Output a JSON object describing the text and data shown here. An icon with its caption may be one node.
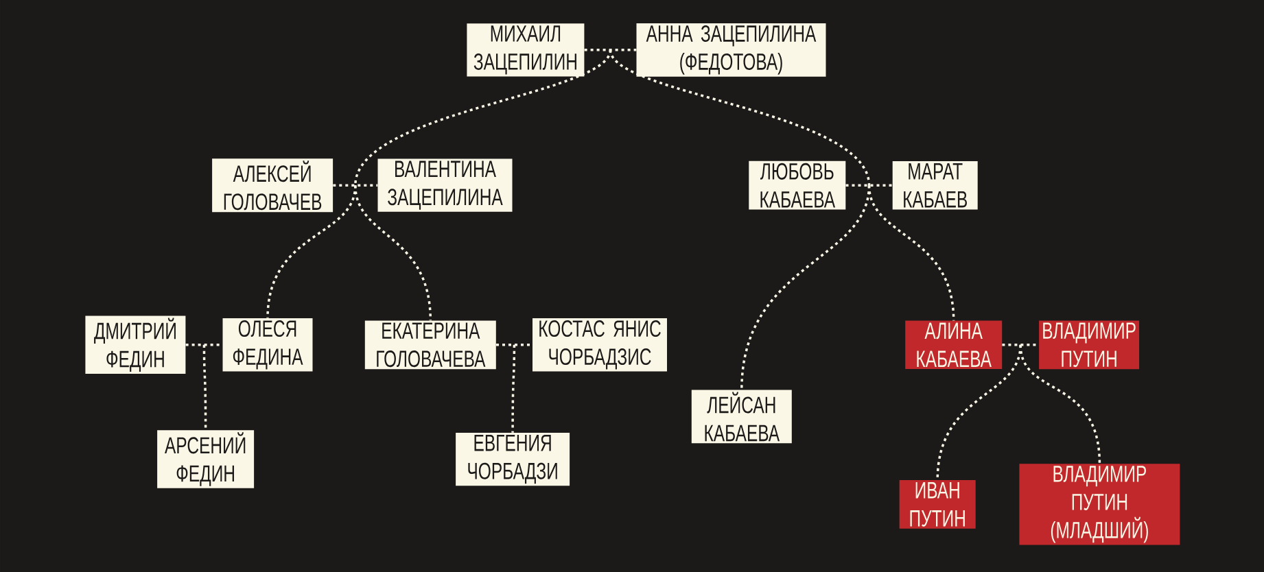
{
  "diagram": {
    "nodes": [
      {
        "text": [
          "МИХАИЛ ЗАЦЕПИЛИН"
        ]
      },
      {
        "text": [
          "АННА ЗАЦЕПИЛИНА (ФЕДОТОВА)"
        ]
      },
      {
        "text": [
          "АЛЕКСЕЙ ГОЛОВАЧЕВ"
        ]
      },
      {
        "text": [
          "ВАЛЕНТИНА ЗАЦЕПИЛИНА"
        ]
      },
      {
        "text": [
          "ЛЮБОВЬ КАБАЕВА"
        ]
      },
      {
        "text": [
          "МАРАТ КАБАЕВ"
        ]
      },
      {
        "text": [
          "ДМИТРИЙ ФЕДИН"
        ]
      },
      {
        "text": [
          "ОЛЕСЯ ФЕДИНА"
        ]
      },
      {
        "text": [
          "ЕКАТЕРИНА ГОЛОВАЧЕВА"
        ]
      },
      {
        "text": [
          "КОСТАС ЯНИС ЧОРБАДЗИС"
        ]
      },
      {
        "text": [
          "АРСЕНИЙ ФЕДИН"
        ]
      },
      {
        "text": [
          "ЕВГЕНИЯ ЧОРБАДЗИ"
        ]
      },
      {
        "text": [
          "ЛЕЙСАН КАБАЕВА"
        ]
      },
      {
        "text": [
          "АЛИНА КАБАЕВА"
        ]
      },
      {
        "text": [
          "ВЛАДИМИР ПУТИН"
        ]
      },
      {
        "text": [
          "ИВАН ПУТИН"
        ]
      },
      {
        "text": [
          "ВЛАДИМИР ПУТИН (МЛАДШИЙ)"
        ]
      }
    ],
    "edges": [
      {
        "from": 0,
        "to": 1,
        "arrow": "none"
      },
      {
        "from": 0,
        "to": 3,
        "arrow": "none"
      },
      {
        "from": 1,
        "to": 3,
        "arrow": "none"
      },
      {
        "from": 0,
        "to": 4,
        "arrow": "none"
      },
      {
        "from": 1,
        "to": 4,
        "arrow": "none"
      },
      {
        "from": 2,
        "to": 3,
        "arrow": "none"
      },
      {
        "from": 4,
        "to": 5,
        "arrow": "none"
      },
      {
        "from": 2,
        "to": 7,
        "arrow": "none"
      },
      {
        "from": 3,
        "to": 7,
        "arrow": "none"
      },
      {
        "from": 2,
        "to": 8,
        "arrow": "none"
      },
      {
        "from": 3,
        "to": 8,
        "arrow": "none"
      },
      {
        "from": 6,
        "to": 7,
        "arrow": "none"
      },
      {
        "from": 8,
        "to": 9,
        "arrow": "none"
      },
      {
        "from": 6,
        "to": 10,
        "arrow": "none"
      },
      {
        "from": 7,
        "to": 10,
        "arrow": "none"
      },
      {
        "from": 8,
        "to": 11,
        "arrow": "none"
      },
      {
        "from": 9,
        "to": 11,
        "arrow": "none"
      },
      {
        "from": 4,
        "to": 12,
        "arrow": "none"
      },
      {
        "from": 5,
        "to": 12,
        "arrow": "none"
      },
      {
        "from": 4,
        "to": 13,
        "arrow": "none"
      },
      {
        "from": 5,
        "to": 13,
        "arrow": "none"
      },
      {
        "from": 13,
        "to": 14,
        "arrow": "none"
      },
      {
        "from": 13,
        "to": 15,
        "arrow": "none"
      },
      {
        "from": 14,
        "to": 15,
        "arrow": "none"
      },
      {
        "from": 13,
        "to": 16,
        "arrow": "none"
      },
      {
        "from": 14,
        "to": 16,
        "arrow": "none"
      }
    ]
  }
}
